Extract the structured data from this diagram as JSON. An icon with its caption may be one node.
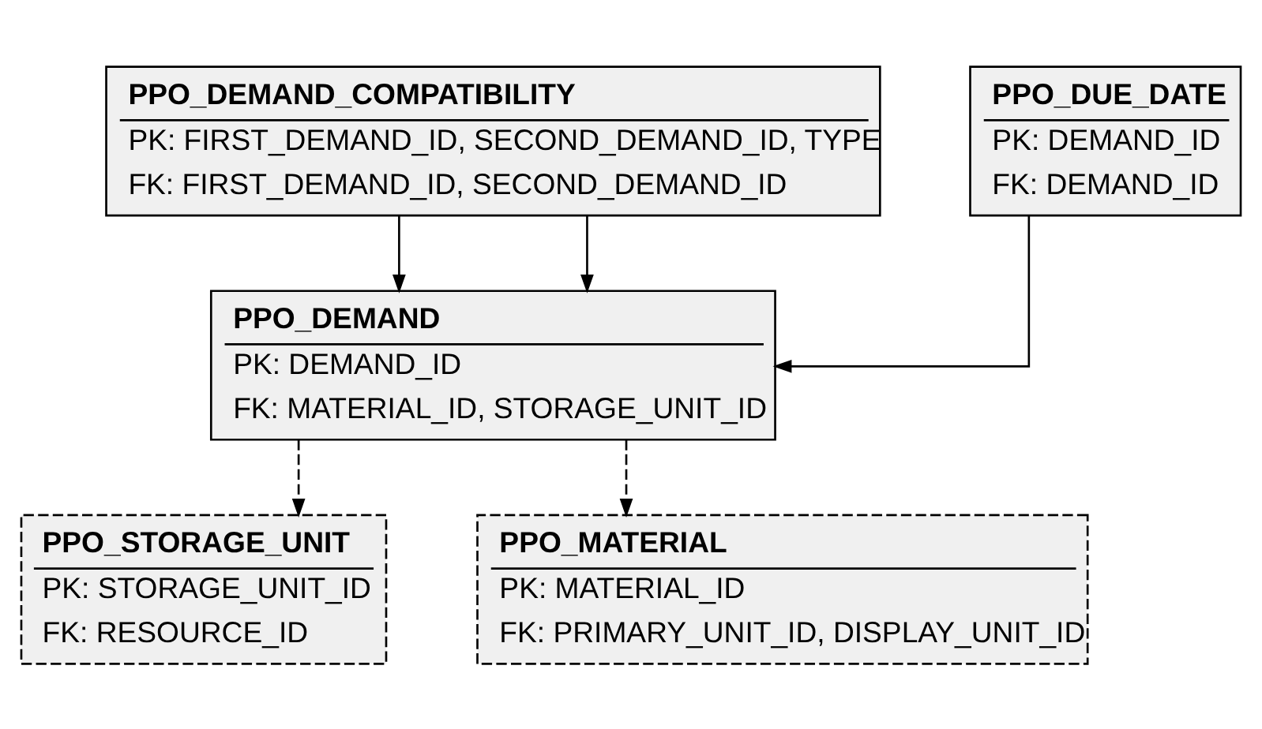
{
  "diagram": {
    "nodes": [
      {
        "text": [
          "PPO_DEMAND_COMPATIBILITY",
          "PK: FIRST_DEMAND_ID, SECOND_DEMAND_ID, TYPE",
          "FK: FIRST_DEMAND_ID, SECOND_DEMAND_ID"
        ]
      },
      {
        "text": [
          "PPO_DUE_DATE",
          "PK: DEMAND_ID",
          "FK: DEMAND_ID"
        ]
      },
      {
        "text": [
          "PPO_DEMAND",
          "PK: DEMAND_ID",
          "FK: MATERIAL_ID, STORAGE_UNIT_ID"
        ]
      },
      {
        "text": [
          "PPO_STORAGE_UNIT",
          "PK: STORAGE_UNIT_ID",
          "FK: RESOURCE_ID"
        ]
      },
      {
        "text": [
          "PPO_MATERIAL",
          "PK: MATERIAL_ID",
          "FK: PRIMARY_UNIT_ID, DISPLAY_UNIT_ID"
        ]
      }
    ],
    "edges": [
      {
        "from": 0,
        "to": 2,
        "arrow": "to"
      },
      {
        "from": 0,
        "to": 2,
        "arrow": "to"
      },
      {
        "from": 1,
        "to": 2,
        "arrow": "to"
      },
      {
        "from": 2,
        "to": 3,
        "arrow": "to",
        "style": "dashed"
      },
      {
        "from": 2,
        "to": 4,
        "arrow": "to",
        "style": "dashed"
      }
    ]
  }
}
